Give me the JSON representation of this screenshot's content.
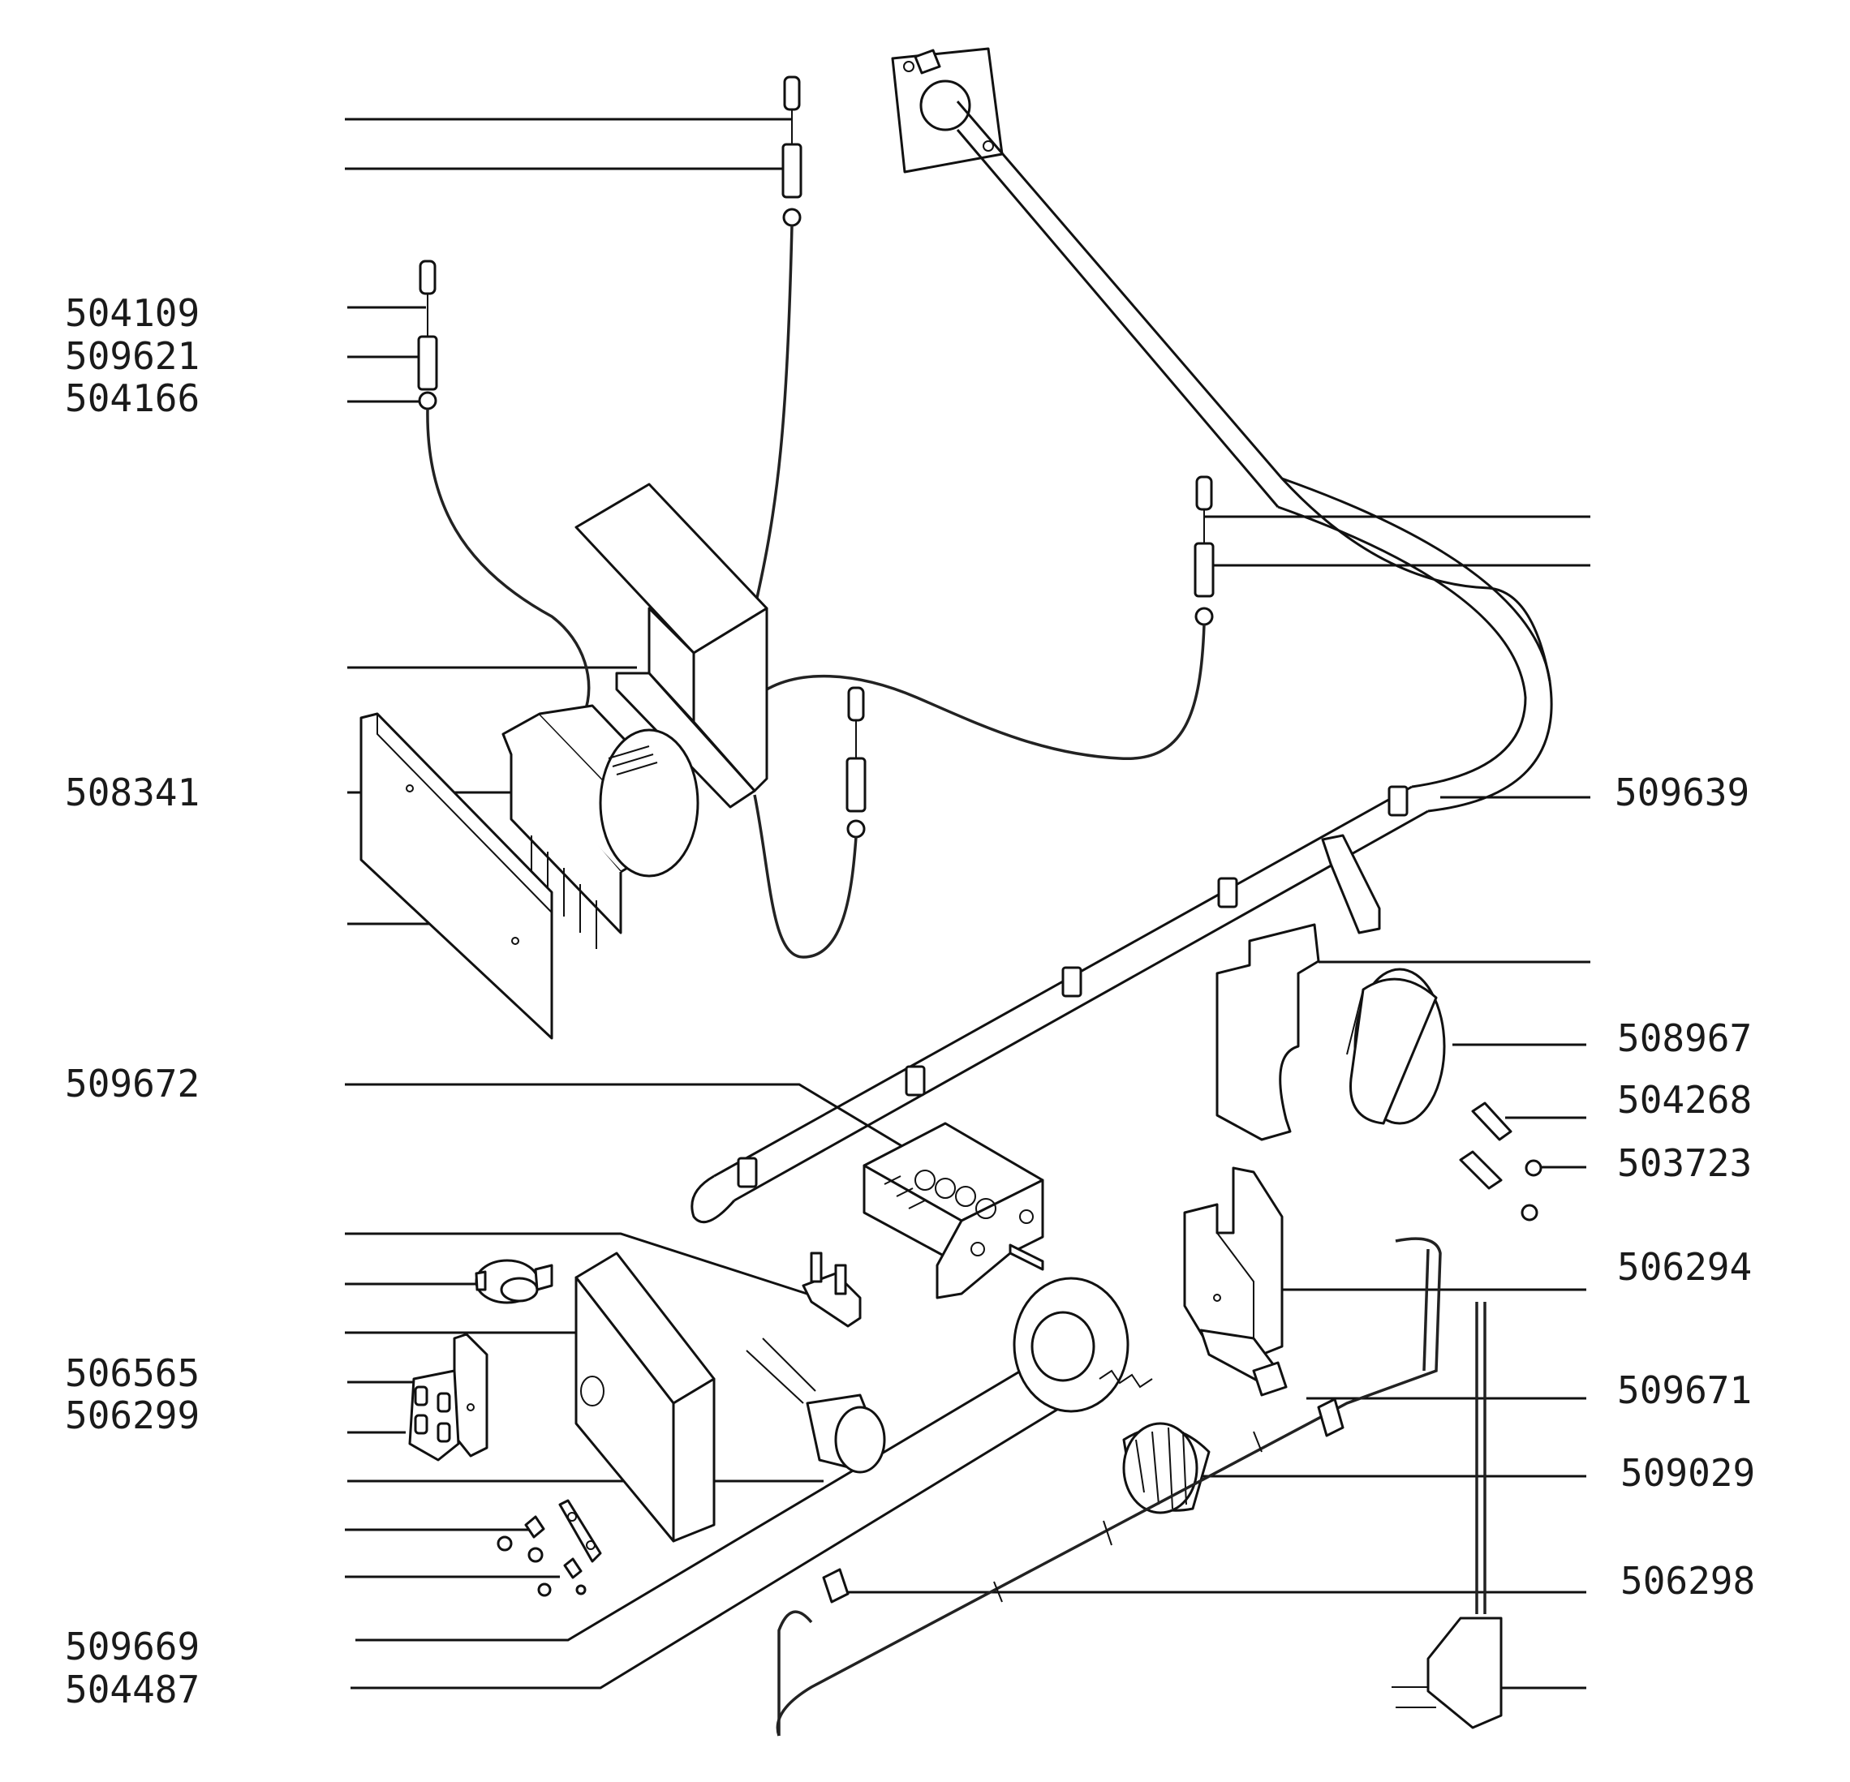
{
  "diagram": {
    "part_numbers_left": [
      "504109",
      "509621",
      "504166",
      "508341",
      "509672",
      "506565",
      "506299",
      "509669",
      "504487"
    ],
    "part_numbers_right": [
      "509639",
      "508967",
      "504268",
      "503723",
      "506294",
      "509671",
      "509029",
      "506298"
    ]
  }
}
